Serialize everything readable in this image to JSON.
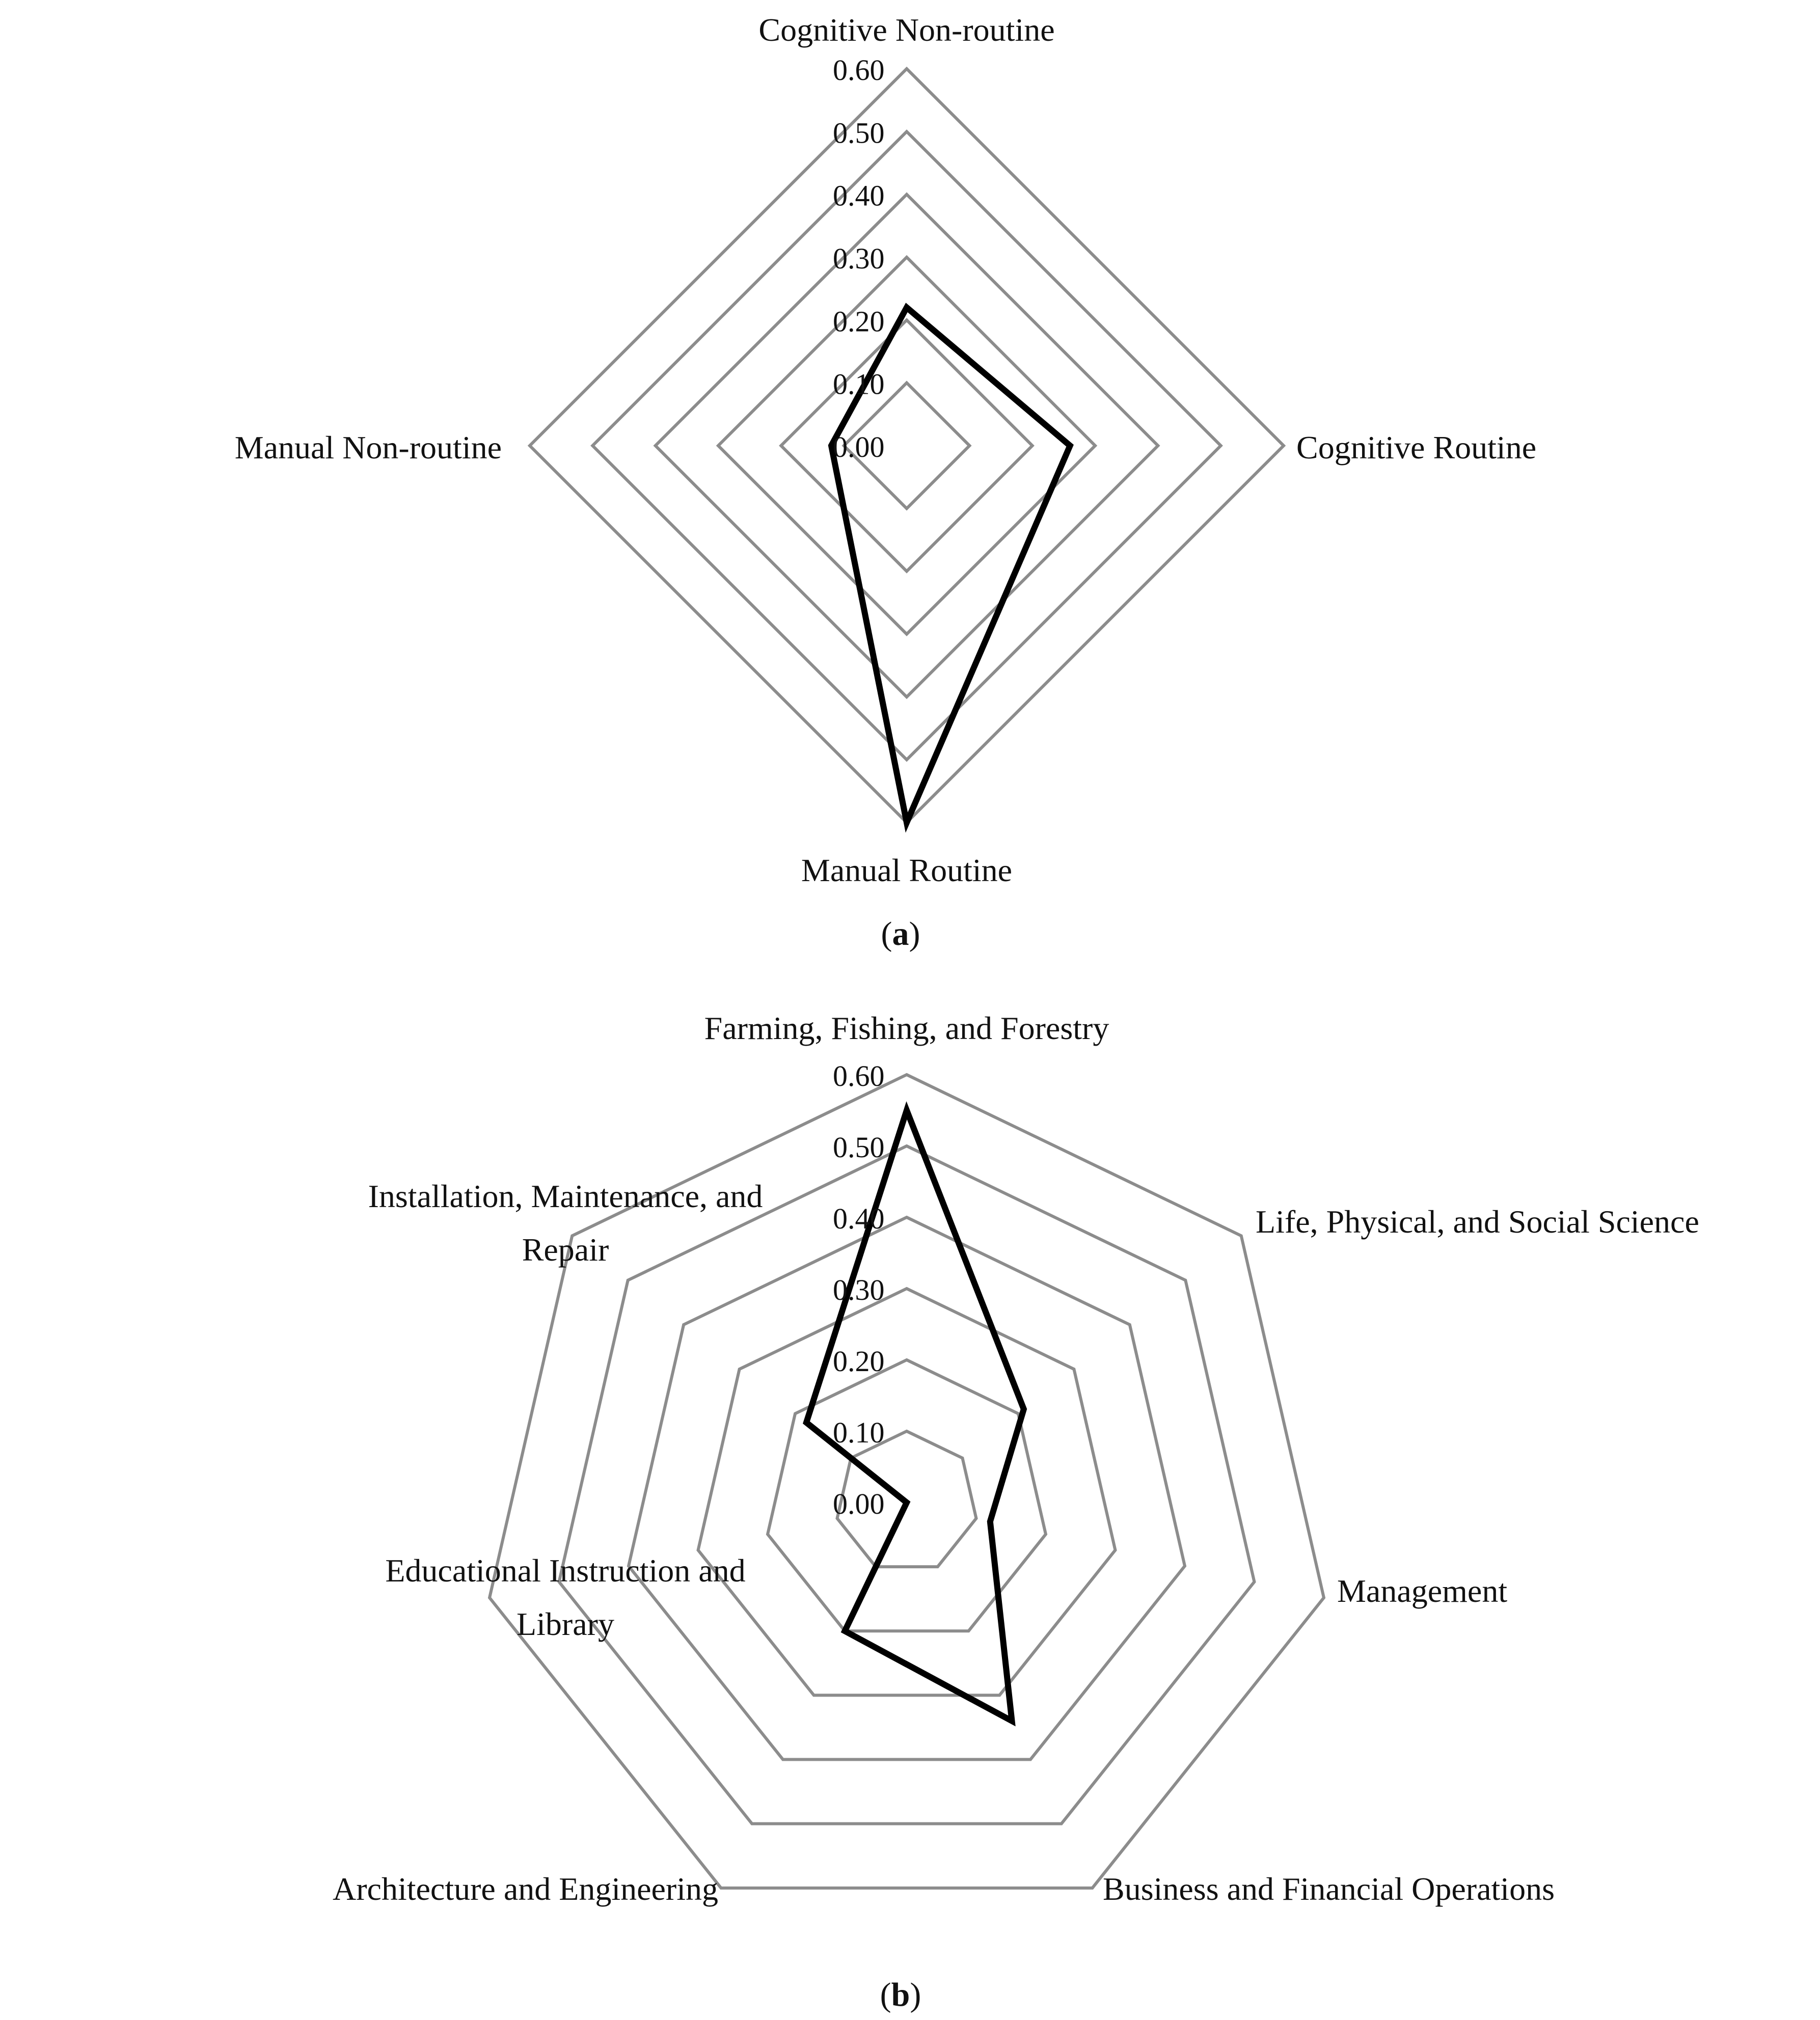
{
  "chart_data": [
    {
      "panel": "a",
      "type": "radar",
      "caption_letter": "a",
      "axes": [
        "Cognitive Non-routine",
        "Cognitive Routine",
        "Manual  Routine",
        "Manual Non-routine"
      ],
      "ticks": [
        "0.00",
        "0.10",
        "0.20",
        "0.30",
        "0.40",
        "0.50",
        "0.60"
      ],
      "rlim": [
        0,
        0.6
      ],
      "grid": true,
      "series": [
        {
          "values": [
            0.22,
            0.26,
            0.6,
            0.12
          ]
        }
      ]
    },
    {
      "panel": "b",
      "type": "radar",
      "caption_letter": "b",
      "axes": [
        "Farming, Fishing, and Forestry",
        "Life, Physical, and Social Science",
        "Management",
        "Business and Financial Operations",
        "Architecture and Engineering",
        "Educational Instruction and Library",
        "Installation, Maintenance, and Repair"
      ],
      "axis_label_lines": [
        [
          "Farming, Fishing, and Forestry"
        ],
        [
          "Life, Physical, and Social Science"
        ],
        [
          "Management"
        ],
        [
          "Business and Financial Operations"
        ],
        [
          "Architecture and Engineering"
        ],
        [
          "Educational Instruction and",
          "Library"
        ],
        [
          "Installation, Maintenance, and",
          "Repair"
        ]
      ],
      "ticks": [
        "0.00",
        "0.10",
        "0.20",
        "0.30",
        "0.40",
        "0.50",
        "0.60"
      ],
      "rlim": [
        0,
        0.6
      ],
      "grid": true,
      "series": [
        {
          "values": [
            0.55,
            0.21,
            0.12,
            0.34,
            0.2,
            0.0,
            0.18
          ]
        }
      ]
    }
  ],
  "style": {
    "grid_color": "#8c8c8c",
    "series_color": "#000000"
  }
}
